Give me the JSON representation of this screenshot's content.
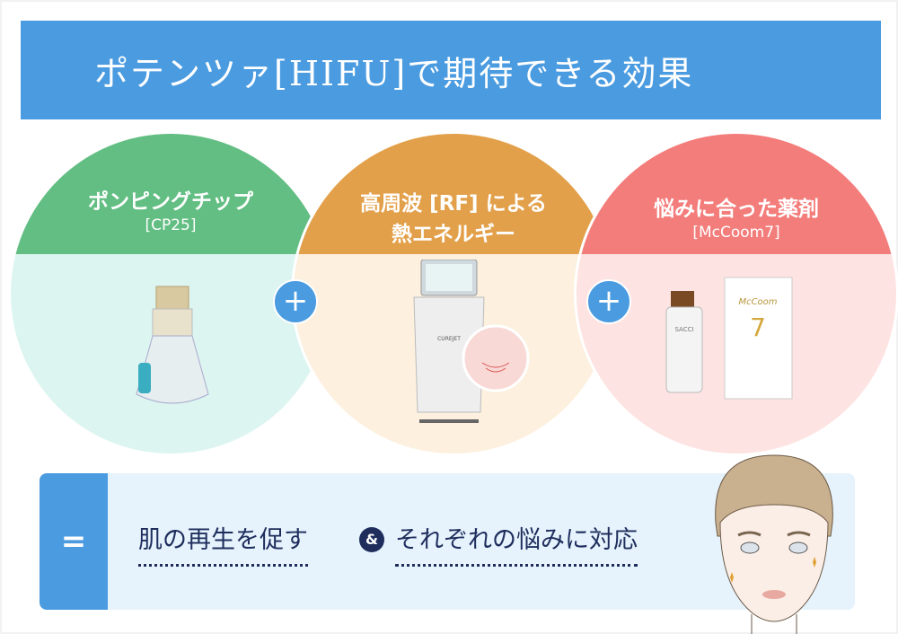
{
  "banner": {
    "title": "ポテンツァ[HIFU]で期待できる効果"
  },
  "items": [
    {
      "title": "ポンピングチップ",
      "subtitle": "[CP25]",
      "color": "#62be82",
      "image": "pumping-tip-device"
    },
    {
      "title": "高周波 [RF] による",
      "subtitle": "熱エネルギー",
      "color": "#e3a04a",
      "image": "rf-machine"
    },
    {
      "title": "悩みに合った薬剤",
      "subtitle": "[McCoom7]",
      "color": "#f37d7b",
      "image": "mccoom7-vial-and-box"
    }
  ],
  "plus_symbol": "+",
  "result": {
    "equals_symbol": "=",
    "phrase1": "肌の再生を促す",
    "amp": "&",
    "phrase2": "それぞれの悩みに対応"
  },
  "product_labels": {
    "vial_brand": "SACCI",
    "box_brand": "McCoom",
    "box_number": "7",
    "machine_brand": "CUREJET"
  }
}
